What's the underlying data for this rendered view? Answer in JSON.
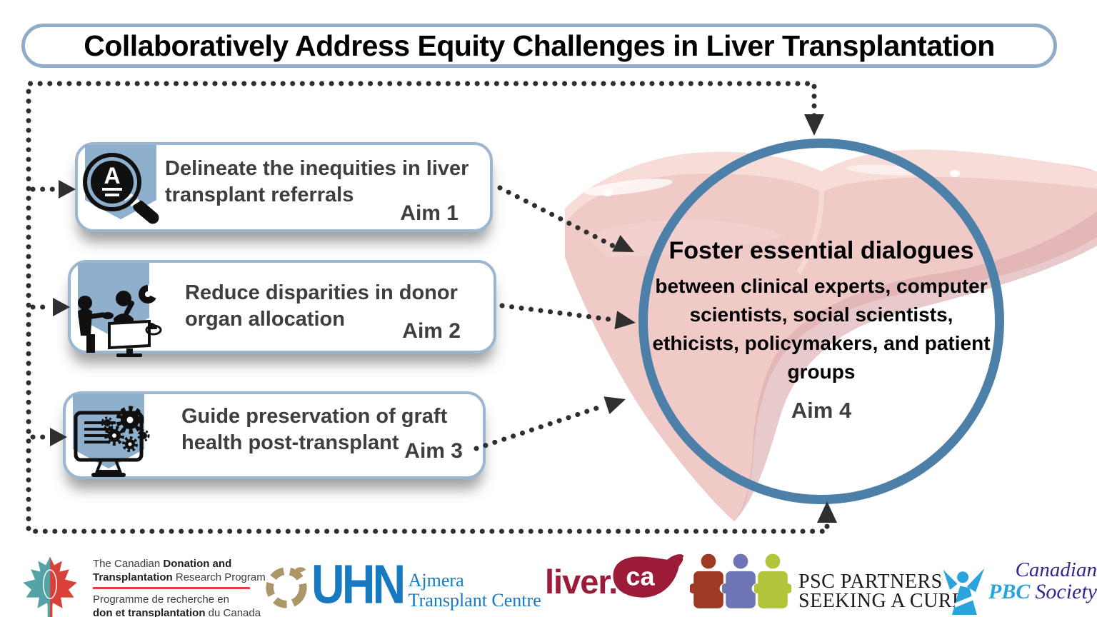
{
  "title": "Collaboratively Address Equity Challenges in Liver Transplantation",
  "aims": [
    {
      "label": "Aim 1",
      "text": "Delineate the inequities in liver transplant referrals",
      "icon": "magnifier-document-icon",
      "icon_glyph": "A"
    },
    {
      "label": "Aim 2",
      "text": "Reduce disparities in donor organ allocation",
      "icon": "committee-allocation-icon"
    },
    {
      "label": "Aim 3",
      "text": "Guide preservation of graft health post-transplant",
      "icon": "monitor-gears-icon"
    }
  ],
  "focus": {
    "label": "Aim 4",
    "headline": "Foster essential dialogues",
    "body": "between clinical experts, computer scientists, social scientists, ethicists, policymakers, and patient groups"
  },
  "logos": {
    "cdtrp": {
      "line1_normal": "The Canadian ",
      "line1_bold": "Donation and",
      "line2_bold": "Transplantation",
      "line2_normal": " Research Program",
      "line3": "Programme de recherche en",
      "line4_bold": "don et transplantation",
      "line4_normal": " du Canada"
    },
    "uhn": {
      "acronym": "UHN",
      "name_line1": "Ajmera",
      "name_line2": "Transplant Centre"
    },
    "liver_ca": {
      "prefix": "liver.",
      "suffix": "ca"
    },
    "psc": {
      "line1": "PSC PARTNERS",
      "line2": "SEEKING A CURE"
    },
    "pbc": {
      "word1": "Canadian",
      "word2": "PBC",
      "word3": "Society"
    }
  },
  "colors": {
    "ring_blue": "#4d80a9",
    "box_border_blue": "#9ab6d0",
    "banner_blue": "#8fb0cd",
    "dotted_line": "#2f2f2f",
    "aim_text": "#3e3e3e",
    "liver_pink": "#f0cac7",
    "liver_shade": "#dcaaac",
    "liver_highlight": "#f7dcd9",
    "cdtrp_teal": "#53a2a5",
    "cdtrp_red": "#d8403a",
    "cdtrp_rule_red": "#e23c3c",
    "uhn_blue": "#1779bf",
    "uhn_gold": "#ab9768",
    "liver_ca_maroon": "#9b1b38",
    "psc_red": "#9e3a23",
    "psc_purple": "#6f74b4",
    "psc_green": "#b2c53a",
    "pbc_light_blue": "#2ba3dd",
    "pbc_navy": "#312a8e"
  }
}
